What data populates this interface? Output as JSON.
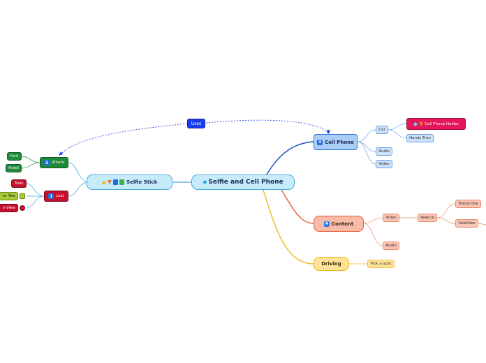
{
  "central": {
    "label": "Selfie and Cell Phone",
    "icon": "gem-icon"
  },
  "relationship": {
    "label": "Uses"
  },
  "selfie_stick": {
    "label": "Selfie Stick",
    "icons": [
      "thumbs-up-icon",
      "thumbs-down-icon",
      "blue-book-icon",
      "green-book-icon"
    ]
  },
  "where": {
    "number": "2",
    "label": "Where",
    "children": [
      "Park",
      "Hotel"
    ]
  },
  "lost": {
    "number": "1",
    "label": "Lost",
    "children": [
      "Train",
      "er Two",
      "n View"
    ]
  },
  "cell_phone": {
    "number": "3",
    "label": "Cell Phone",
    "car": {
      "label": "Car",
      "holder": {
        "label": "Cell Phone Holder",
        "icons": [
          "gem-icon",
          "thumbs-down-icon"
        ]
      },
      "hands_free": "Hands Free"
    },
    "audio": "Audio",
    "video": "Video"
  },
  "content": {
    "number": "4",
    "label": "Content",
    "video": {
      "label": "Video",
      "tool": {
        "label": "Veed.io",
        "children": [
          "Transcribe",
          "Subtitles"
        ]
      }
    },
    "audio": "Audio"
  },
  "driving": {
    "label": "Driving",
    "children": [
      "Pick a spot"
    ]
  },
  "colors": {
    "central": "#c6ecfb",
    "cell_phone": "#2e6fd6",
    "content": "#e45b2f",
    "driving": "#f4b51c",
    "selfie_stick": "#4aa8d8",
    "relationship": "#1a3cf0"
  }
}
